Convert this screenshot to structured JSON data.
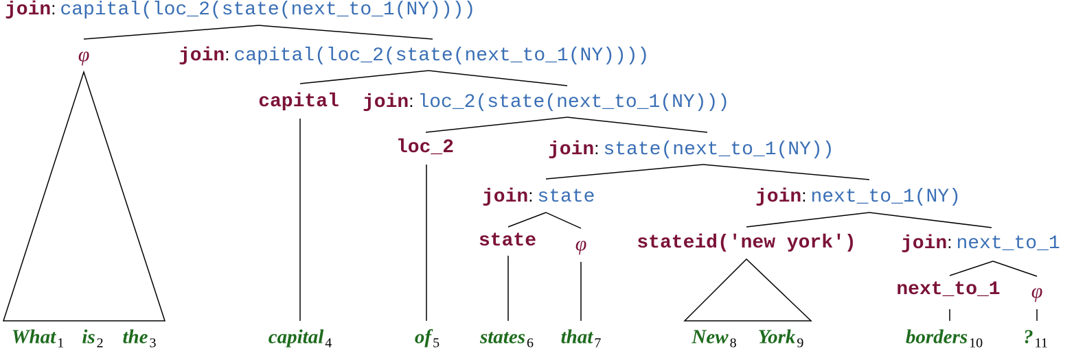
{
  "diagram": {
    "type": "semantic-parse-tree",
    "colors": {
      "keyword": "#7b1238",
      "logical_form": "#3a6fb5",
      "token": "#1e6b1e",
      "edge": "#000000"
    },
    "nodes": {
      "root": {
        "op": "join",
        "sep": ":",
        "lf": "capital(loc_2(state(next_to_1(NY))))"
      },
      "phi_1": {
        "symbol": "φ"
      },
      "n_join_capital": {
        "op": "join",
        "sep": ":",
        "lf": "capital(loc_2(state(next_to_1(NY))))"
      },
      "capital": {
        "label": "capital"
      },
      "n_join_loc2": {
        "op": "join",
        "sep": ":",
        "lf": "loc_2(state(next_to_1(NY)))"
      },
      "loc_2": {
        "label": "loc_2"
      },
      "n_join_state_full": {
        "op": "join",
        "sep": ":",
        "lf": "state(next_to_1(NY))"
      },
      "n_join_state": {
        "op": "join",
        "sep": ":",
        "lf": "state"
      },
      "n_join_next_NY": {
        "op": "join",
        "sep": ":",
        "lf": "next_to_1(NY)"
      },
      "state": {
        "label": "state"
      },
      "phi_2": {
        "symbol": "φ"
      },
      "stateid": {
        "label": "stateid('new york')"
      },
      "n_join_next": {
        "op": "join",
        "sep": ":",
        "lf": "next_to_1"
      },
      "next_to_1": {
        "label": "next_to_1"
      },
      "phi_3": {
        "symbol": "φ"
      }
    },
    "tokens": [
      {
        "word": "What",
        "index": "1"
      },
      {
        "word": "is",
        "index": "2"
      },
      {
        "word": "the",
        "index": "3"
      },
      {
        "word": "capital",
        "index": "4"
      },
      {
        "word": "of",
        "index": "5"
      },
      {
        "word": "states",
        "index": "6"
      },
      {
        "word": "that",
        "index": "7"
      },
      {
        "word": "New",
        "index": "8"
      },
      {
        "word": "York",
        "index": "9"
      },
      {
        "word": "borders",
        "index": "10"
      },
      {
        "word": "?",
        "index": "11"
      }
    ]
  }
}
